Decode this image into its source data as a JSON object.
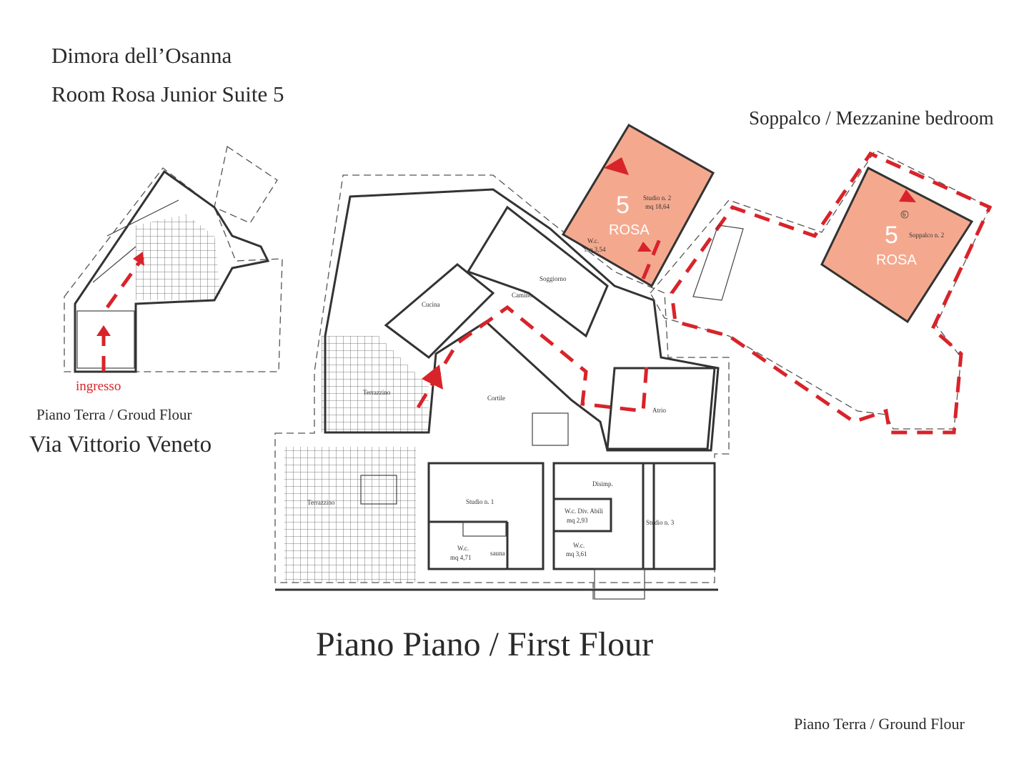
{
  "header": {
    "property": "Dimora dell’Osanna",
    "room": "Room Rosa Junior Suite 5"
  },
  "mezzanine_title": "Soppalco / Mezzanine bedroom",
  "ground_floor": {
    "entrance": "ingresso",
    "label": "Piano Terra / Groud Flour",
    "street": "Via Vittorio Veneto"
  },
  "first_floor_title": "Piano Piano / First Flour",
  "footer_label": "Piano Terra / Ground Flour",
  "rooms": {
    "rosa_number": "5",
    "rosa_name": "ROSA",
    "studio2": "Studio n. 2",
    "studio2_area": "mq 18,64",
    "wc_rosa": "W.c.",
    "wc_rosa_area": "mq 3,54",
    "soggiorno": "Soggiorno",
    "camino": "Camino",
    "cucina": "Cucina",
    "terrazzino_1": "Terrazzino",
    "cortile": "Cortile",
    "atrio": "Atrio",
    "terrazzino_2": "Terrazzino",
    "studio1": "Studio n. 1",
    "wc1": "W.c.",
    "wc1_area": "mq 4,71",
    "sauna": "sauna",
    "disimp": "Disimp.",
    "wc_abili": "W.c. Div. Abili",
    "wc_abili_area": "mq 2,93",
    "wc3": "W.c.",
    "wc3_area": "mq 3,61",
    "studio3": "Studio n. 3",
    "soppalco": "Soppalco n. 2",
    "soppalco_marker": "6"
  },
  "colors": {
    "highlight_room": "#f4a98f",
    "route": "#d9232a",
    "walls": "#333333"
  }
}
